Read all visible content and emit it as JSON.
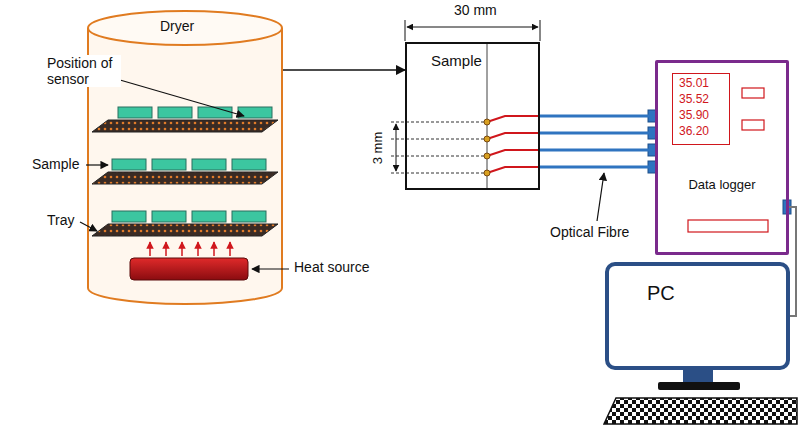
{
  "diagram": {
    "nodes": [
      {
        "text": [
          "Dryer"
        ]
      },
      {
        "text": [
          "Sample"
        ]
      },
      {
        "text": [
          "Data logger"
        ]
      },
      {
        "text": [
          "35.01",
          "35.52",
          "35.90",
          "36.20"
        ],
        "in": 2
      },
      {
        "text": [
          "PC"
        ]
      }
    ],
    "edges": [
      {
        "from": 0,
        "to": 1,
        "arrow": "to"
      },
      {
        "from": 1,
        "to": 2,
        "arrow": "none"
      },
      {
        "from": 1,
        "to": 2,
        "arrow": "none"
      },
      {
        "from": 1,
        "to": 2,
        "arrow": "none"
      },
      {
        "from": 1,
        "to": 2,
        "arrow": "none"
      },
      {
        "from": 2,
        "to": 4,
        "arrow": "none"
      }
    ],
    "labels": [
      "Position of sensor",
      "Sample",
      "Tray",
      "Heat source",
      "30 mm",
      "3 mm",
      "Optical Fibre"
    ]
  }
}
